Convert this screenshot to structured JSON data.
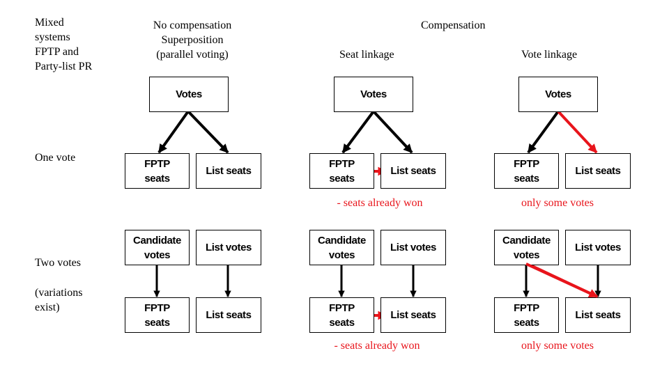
{
  "labels": {
    "row_header": "Mixed\nsystems\nFPTP and\nParty-list PR",
    "col_no_comp": "No compensation\nSuperposition\n(parallel voting)",
    "col_comp": "Compensation",
    "col_seat_linkage": "Seat linkage",
    "col_vote_linkage": "Vote linkage",
    "row_one_vote": "One vote",
    "row_two_votes": "Two votes",
    "row_two_votes_note": "(variations\nexist)"
  },
  "boxes": {
    "votes": "Votes",
    "fptp_seats": "FPTP\nseats",
    "list_seats": "List seats",
    "candidate_votes": "Candidate\nvotes",
    "list_votes": "List votes"
  },
  "notes": {
    "seats_already_won": "- seats already won",
    "only_some_votes": "only some votes"
  },
  "colors": {
    "arrow": "#000000",
    "highlight": "#e8141b"
  }
}
